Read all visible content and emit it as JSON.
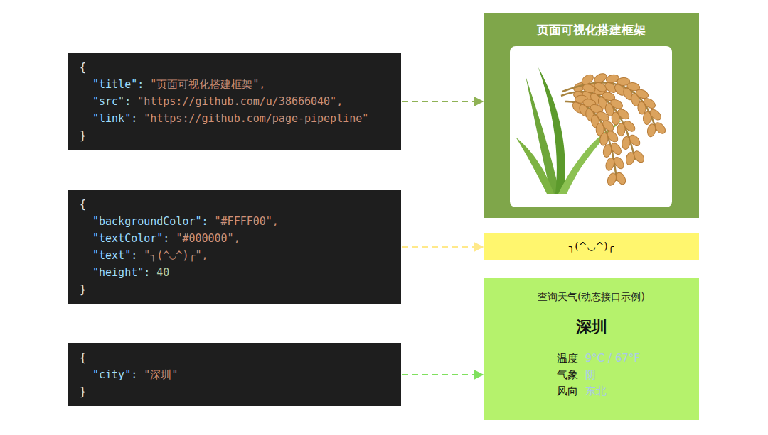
{
  "diagram": {
    "nodes": [
      {
        "text": [
          "{",
          "\"title\":",
          "\"页面可视化搭建框架\",",
          "\"src\":",
          "\"https://github.com/u/38666040\",",
          "\"link\":",
          "\"https://github.com/page-pipepline\"",
          "}"
        ]
      },
      {
        "text": [
          "页面可视化搭建框架"
        ]
      },
      {
        "text": [
          "{",
          "\"backgroundColor\":",
          "\"#FFFF00\",",
          "\"textColor\":",
          "\"#000000\",",
          "\"text\":",
          "\"╮(^◡^)╭\",",
          "\"height\":",
          "40",
          "}"
        ]
      },
      {
        "text": [
          "╮(^◡^)╭"
        ]
      },
      {
        "text": [
          "{",
          "\"city\":",
          "\"深圳\"",
          "}"
        ]
      },
      {
        "text": [
          "查询天气(动态接口示例)",
          "深圳",
          "温度",
          "9°C / 67°F",
          "气象",
          "阴",
          "风向",
          "东北"
        ]
      }
    ],
    "edges": [
      {
        "from": 0,
        "to": 1,
        "arrow": "to"
      },
      {
        "from": 2,
        "to": 3,
        "arrow": "to"
      },
      {
        "from": 4,
        "to": 5,
        "arrow": "to"
      }
    ]
  }
}
